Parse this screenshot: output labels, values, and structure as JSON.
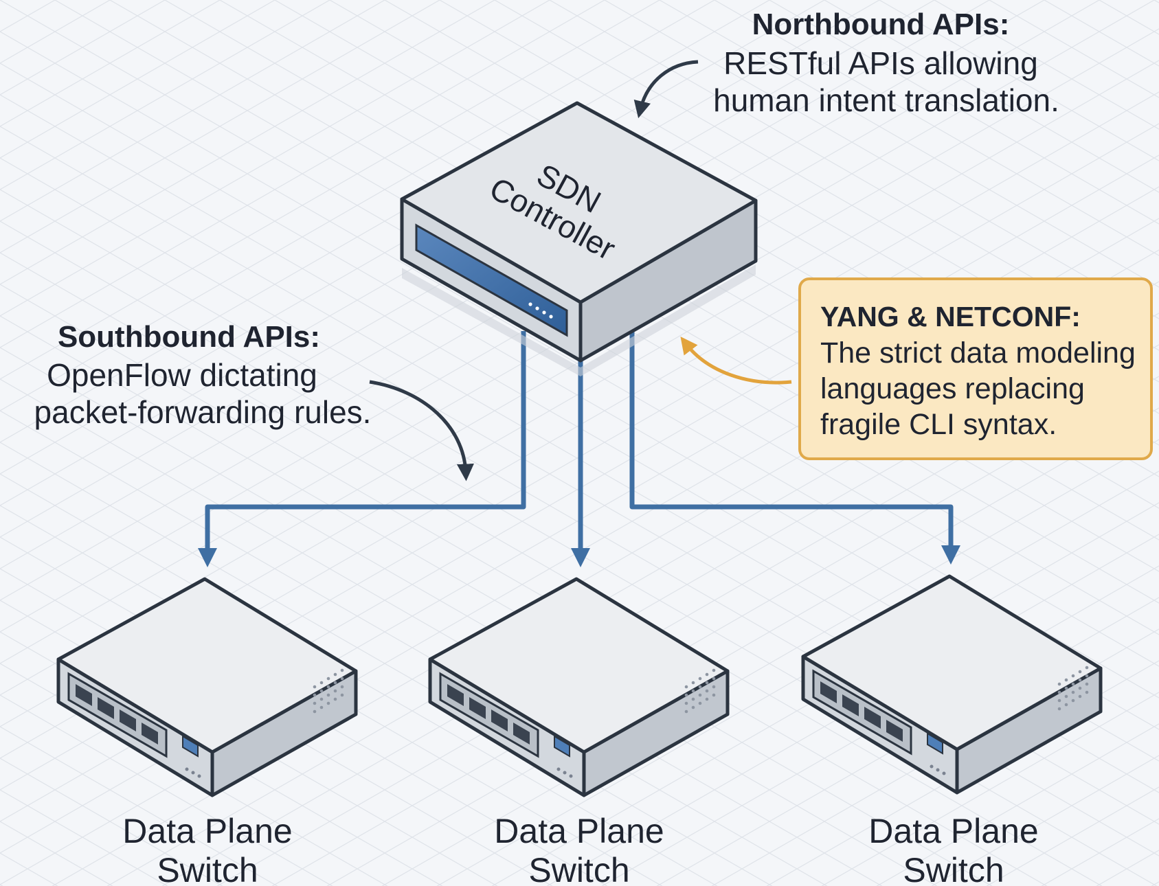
{
  "colors": {
    "background": "#f4f6f9",
    "grid": "#dfe3e9",
    "connector": "#3f6fa3",
    "annotation_arrow": "#2f3a48",
    "yang_arrow": "#e2a33c",
    "callout_fill": "#fbe8c2",
    "callout_border": "#e0a94a",
    "device_top": "#e7eaee",
    "device_side": "#bfc5cd",
    "device_front": "#d3d8de",
    "outline": "#2b3440",
    "screen": "#3d6ea8"
  },
  "controller": {
    "label_line1": "SDN",
    "label_line2": "Controller"
  },
  "northbound": {
    "title": "Northbound APIs:",
    "line1": "RESTful APIs allowing",
    "line2": "human intent translation."
  },
  "southbound": {
    "title": "Southbound APIs:",
    "line1": "OpenFlow dictating",
    "line2": "packet-forwarding rules."
  },
  "yang": {
    "title": "YANG & NETCONF:",
    "line1": "The strict data modeling",
    "line2": "languages replacing",
    "line3": "fragile CLI syntax."
  },
  "switches": [
    {
      "line1": "Data Plane",
      "line2": "Switch"
    },
    {
      "line1": "Data Plane",
      "line2": "Switch"
    },
    {
      "line1": "Data Plane",
      "line2": "Switch"
    }
  ]
}
